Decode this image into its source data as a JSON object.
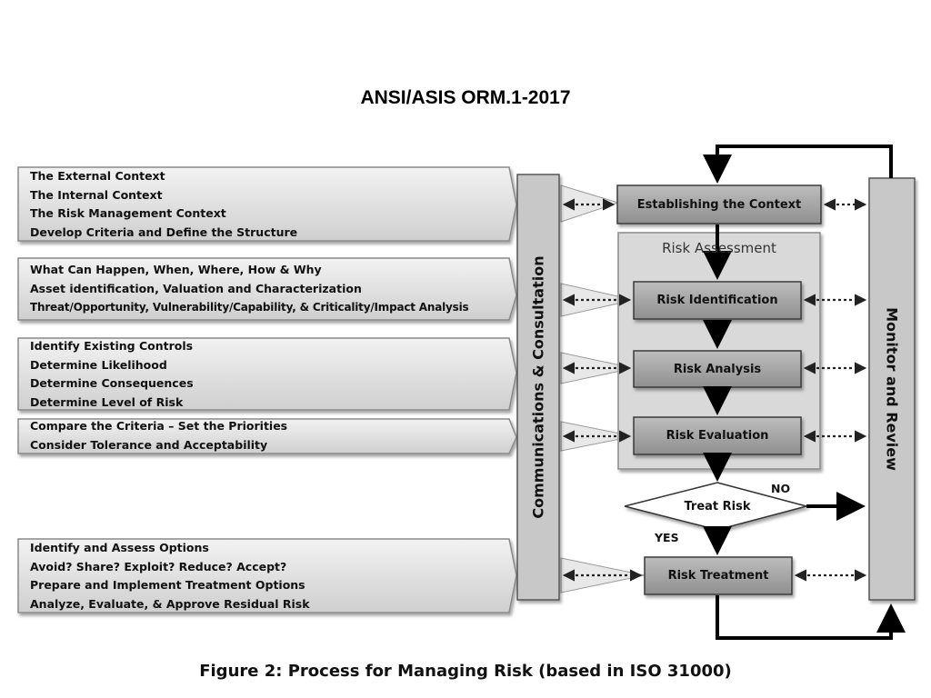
{
  "title": "ANSI/ASIS ORM.1-2017",
  "caption": "Figure 2:   Process for Managing Risk (based in ISO 31000)",
  "context_groups": [
    {
      "lines": [
        "The External Context",
        "The Internal Context",
        "The Risk Management Context",
        "Develop Criteria and Define the Structure"
      ]
    },
    {
      "lines": [
        "What Can Happen, When, Where, How & Why",
        "Asset identification, Valuation and Characterization",
        "Threat/Opportunity, Vulnerability/Capability, & Criticality/Impact Analysis"
      ]
    },
    {
      "lines": [
        "Identify Existing Controls",
        "Determine Likelihood",
        "Determine Consequences",
        "Determine Level of Risk"
      ]
    },
    {
      "lines": [
        "Compare the Criteria – Set the Priorities",
        "Consider Tolerance and Acceptability"
      ]
    },
    {
      "lines": [
        "Identify and Assess Options",
        "Avoid? Share? Exploit? Reduce? Accept?",
        "Prepare and Implement Treatment Options",
        "Analyze, Evaluate, & Approve Residual Risk"
      ]
    }
  ],
  "communications_label": "Communications  &  Consultation",
  "monitor_label": "Monitor  and  Review",
  "risk_assessment_label": "Risk Assessment",
  "process_boxes": {
    "establishing": "Establishing the Context",
    "identification": "Risk Identification",
    "analysis": "Risk Analysis",
    "evaluation": "Risk Evaluation",
    "treatment": "Risk Treatment"
  },
  "decision": {
    "label": "Treat Risk",
    "no": "NO",
    "yes": "YES"
  },
  "colors": {
    "box": "#a6a6a6",
    "box_border": "#3a3a3a",
    "panel": "#d9d9d9",
    "pale": "#e6e6e6",
    "line": "#000000"
  }
}
